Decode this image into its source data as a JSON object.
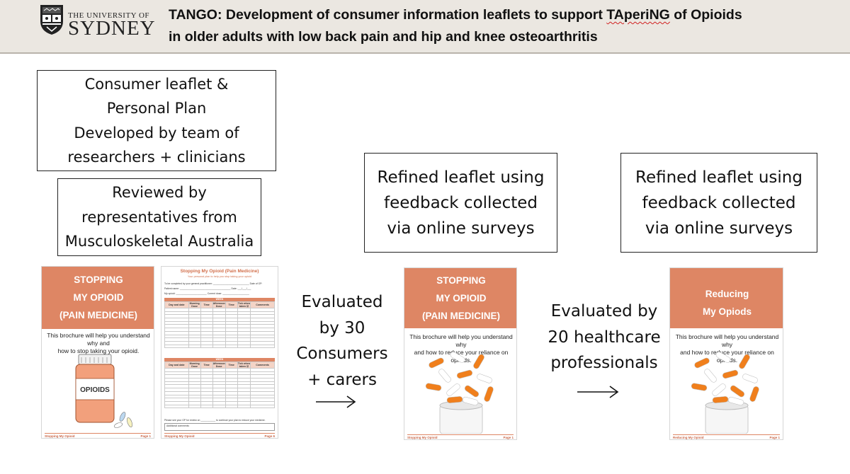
{
  "header": {
    "logo": {
      "small": "THE UNIVERSITY OF",
      "big": "SYDNEY"
    },
    "title_line1_pre": "TANGO: Development of consumer information leaflets to support ",
    "title_line1_flag": "TAperiNG",
    "title_line1_post": " of Opioids",
    "title_line2": "in older adults with low back pain and hip and knee osteoarthritis"
  },
  "steps": {
    "box1": "Consumer leaflet &\nPersonal Plan\nDeveloped by team of\nresearchers + clinicians",
    "box2": "Reviewed by\nrepresentatives from\nMusculoskeletal Australia",
    "box3": "Refined leaflet using\nfeedback collected\nvia online surveys",
    "box4": "Refined leaflet using\nfeedback collected\nvia online surveys"
  },
  "evaluations": {
    "ev1": "Evaluated\nby 30\nConsumers\n+ carers",
    "ev2": "Evaluated by\n20 healthcare\nprofessionals"
  },
  "leaflet1": {
    "title": "STOPPING\nMY OPIOID\n(PAIN MEDICINE)",
    "subtitle": "This brochure will help you understand why and\nhow to stop taking your opioid.",
    "bottle_label": "OPIOIDS",
    "footer_left": "Stopping My Opioid",
    "footer_right": "Page 1"
  },
  "plan": {
    "title": "Stopping My Opioid (Pain Medicine)",
    "subtitle": "Your personal plan to help you stop taking your opioid",
    "line1": "To be completed by your general practitioner: ___________________________ Date of GP:",
    "line2": "Patient name: ______________________________________ Date: ___/___/___",
    "line3": "My opioid: _______________________ Current dose: ____________________",
    "week": "WEEK",
    "col_day": "Day and date",
    "col_morning_dose": "Morning\nDose",
    "col_morning_time": "Time",
    "col_afternoon_dose": "Afternoon\nDose",
    "col_afternoon_time": "Time",
    "col_tick": "Tick when\ntaken ☑",
    "col_comments": "Comments",
    "bottom_note": "Please see your GP for review on ___________ to continue your plan to reduce your medicine.",
    "bottom_box": "Additional comments:",
    "footer_left": "Stopping My Opioid",
    "footer_right": "Page 6"
  },
  "leaflet2": {
    "title": "STOPPING\nMY OPIOID\n(PAIN MEDICINE)",
    "subtitle": "This brochure will help you understand why\nand how to reduce your reliance on opioids.",
    "footer_left": "Stopping My Opioid",
    "footer_right": "Page 1"
  },
  "leaflet3": {
    "title_main": "Reducing\nMy Opiods",
    "title_sub": "(Medicine to relieve pain)",
    "subtitle": "This brochure will help you understand why\nand how to reduce your reliance on opioids.",
    "footer_left": "Reducing My Opioid",
    "footer_right": "Page 1"
  },
  "colors": {
    "accent": "#de8664",
    "pill_orange": "#f07f1c",
    "header_bg": "#ebe7e1"
  }
}
